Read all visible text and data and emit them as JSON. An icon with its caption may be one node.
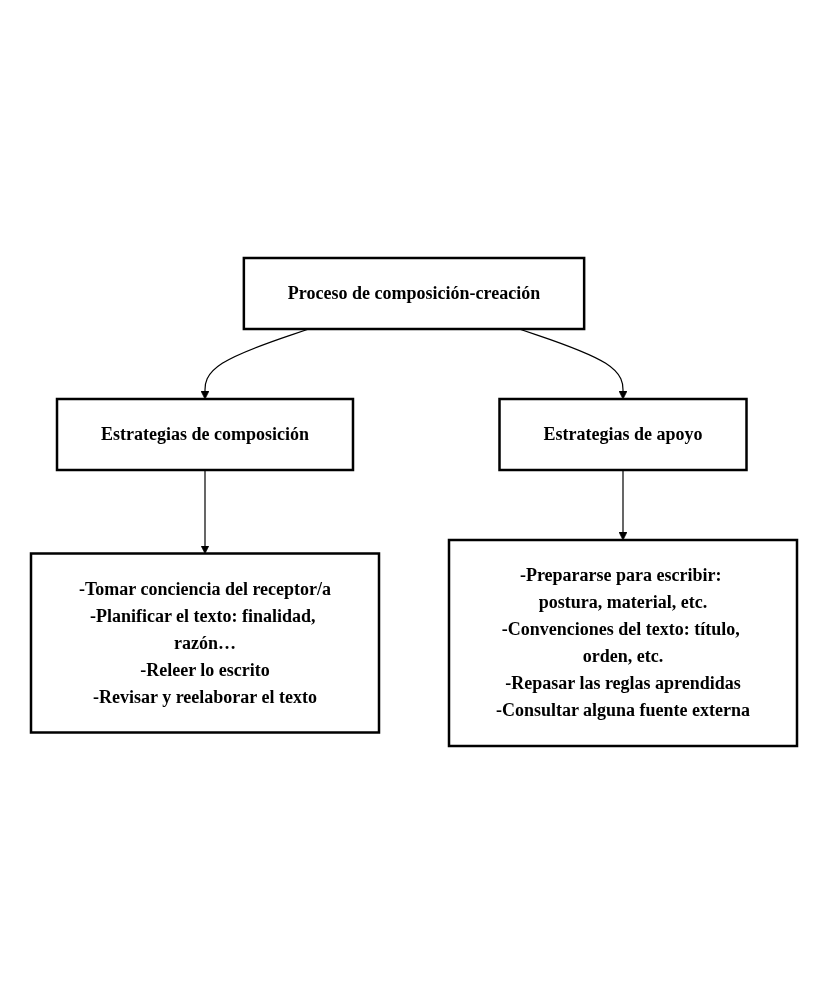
{
  "diagram": {
    "nodes": [
      {
        "text": [
          "Proceso de composición-creación"
        ]
      },
      {
        "text": [
          "Estrategias de composición"
        ]
      },
      {
        "text": [
          "Estrategias de apoyo"
        ]
      },
      {
        "text": [
          "-Tomar conciencia del receptor/a",
          "-Planificar el texto: finalidad, razón…",
          "-Releer lo escrito",
          "-Revisar y reelaborar el texto"
        ]
      },
      {
        "text": [
          "-Prepararse para escribir: postura, material, etc.",
          "-Convenciones del texto: título, orden, etc.",
          "-Repasar las reglas aprendidas",
          "-Consultar alguna fuente externa"
        ]
      }
    ],
    "edges": [
      {
        "from": 0,
        "to": 1,
        "arrow": "to"
      },
      {
        "from": 0,
        "to": 2,
        "arrow": "to"
      },
      {
        "from": 1,
        "to": 3,
        "arrow": "to"
      },
      {
        "from": 2,
        "to": 4,
        "arrow": "to"
      }
    ]
  }
}
